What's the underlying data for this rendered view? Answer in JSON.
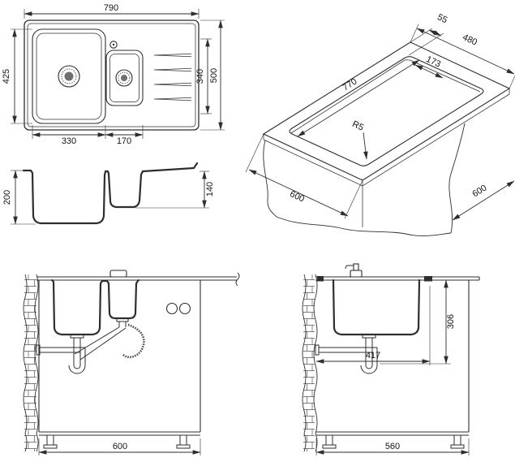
{
  "page": {
    "background": "#ffffff",
    "line_color": "#2e2e2e"
  },
  "views": {
    "top_view": {
      "dims": {
        "overall_width": "790",
        "bowl_depth_left": "425",
        "overall_depth": "500",
        "inner_depth": "340",
        "main_bowl_width": "330",
        "half_bowl_width": "170"
      }
    },
    "isometric_view": {
      "dims": {
        "edge_distance": "55",
        "cutout_depth": "480",
        "cutout_width": "770",
        "drainer_cutout": "173",
        "corner_radius": "R5",
        "worktop_depth": "600",
        "cabinet_width": "600"
      }
    },
    "section_view": {
      "dims": {
        "main_bowl_depth": "200",
        "half_bowl_depth": "140"
      }
    },
    "front_installation_view": {
      "dims": {
        "cabinet_width": "600"
      }
    },
    "side_installation_view": {
      "dims": {
        "drain_height": "306",
        "trap_offset": "417",
        "cabinet_depth": "560"
      }
    }
  }
}
